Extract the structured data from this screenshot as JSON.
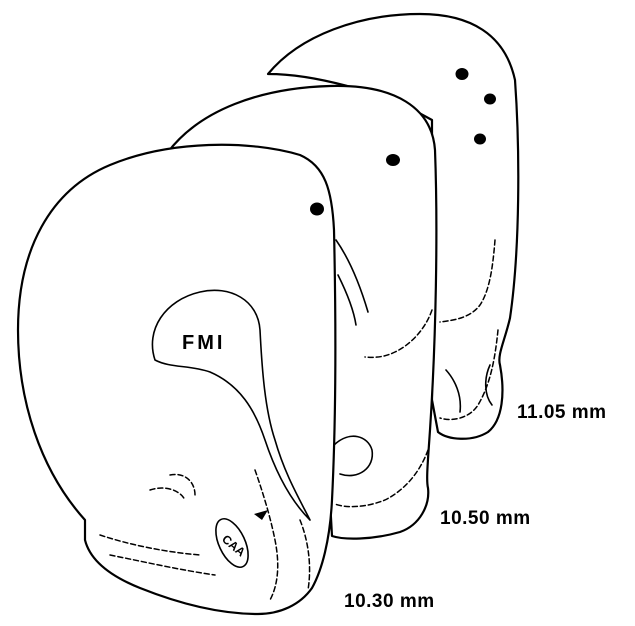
{
  "sections": [
    {
      "level_label": "11.05 mm"
    },
    {
      "level_label": "10.50 mm"
    },
    {
      "level_label": "10.30 mm"
    }
  ],
  "regions": {
    "fmi": "FMI",
    "caa": "CAA"
  }
}
